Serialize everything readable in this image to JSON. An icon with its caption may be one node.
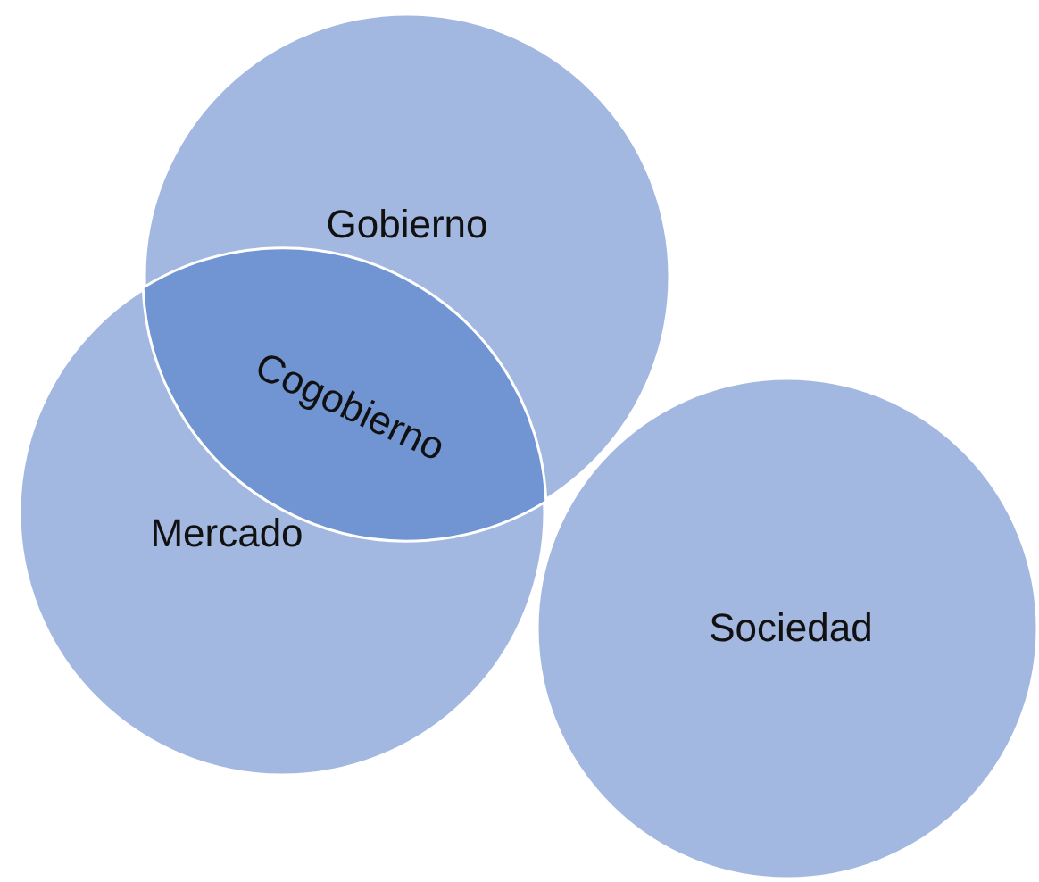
{
  "diagram": {
    "nodes": [
      {
        "text": [
          "Gobierno"
        ]
      },
      {
        "text": [
          "Cogobierno"
        ]
      },
      {
        "text": [
          "Mercado"
        ]
      },
      {
        "text": [
          "Sociedad"
        ]
      }
    ]
  }
}
